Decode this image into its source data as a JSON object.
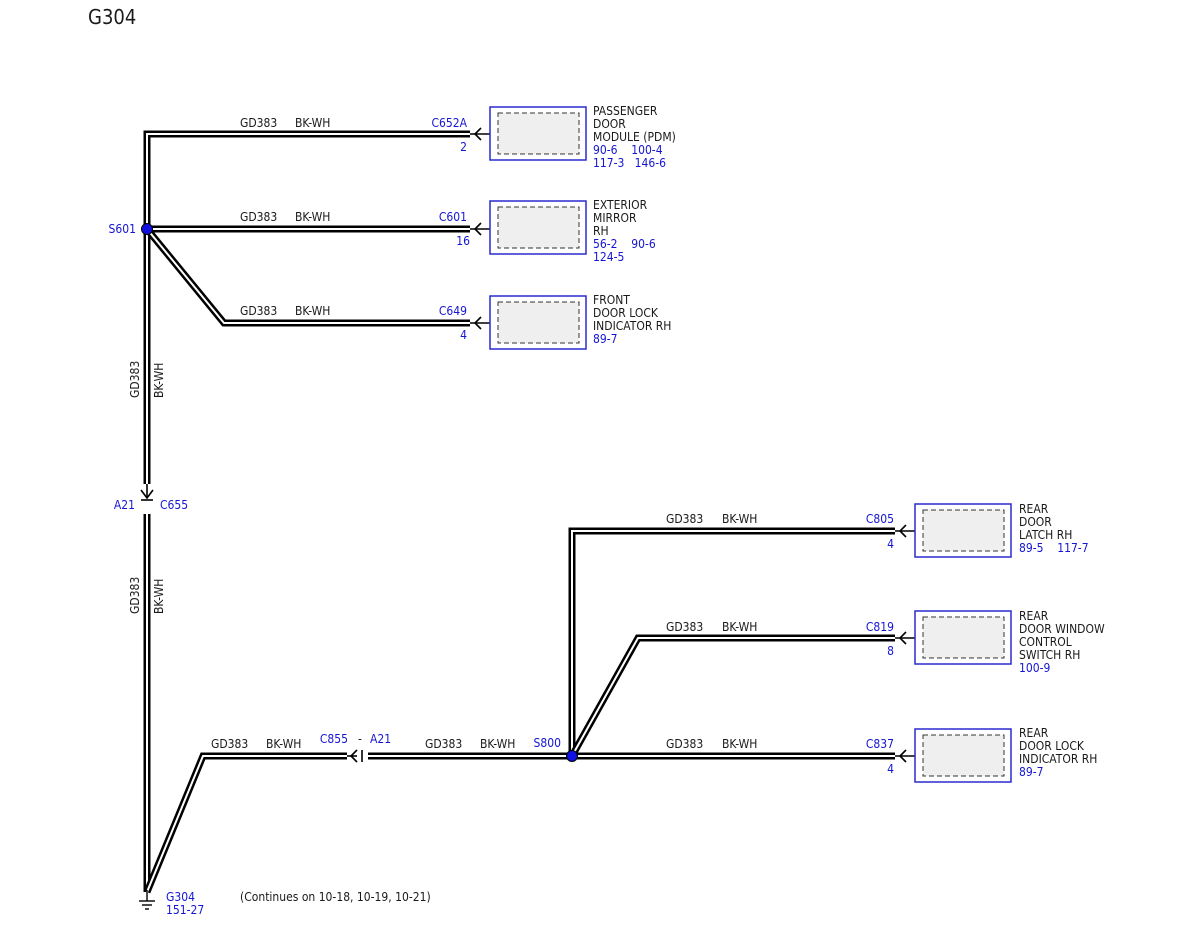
{
  "page_title": "G304",
  "wire": {
    "circuit": "GD383",
    "color": "BK-WH"
  },
  "splices": {
    "s601": "S601",
    "s800": "S800"
  },
  "inline_c655": {
    "pin": "A21",
    "connector": "C655"
  },
  "inline_c855": {
    "connector": "C855",
    "dash": "-",
    "pin": "A21"
  },
  "ground": {
    "name": "G304",
    "ref": "151-27"
  },
  "continues_note": "(Continues on 10-18, 10-19, 10-21)",
  "components": [
    {
      "id": "pdm",
      "connector": "C652A",
      "pin": "2",
      "name_lines": [
        "PASSENGER",
        "DOOR",
        "MODULE (PDM)"
      ],
      "ref_lines": [
        "90-6    100-4",
        "117-3   146-6"
      ]
    },
    {
      "id": "mirror",
      "connector": "C601",
      "pin": "16",
      "name_lines": [
        "EXTERIOR",
        "MIRROR",
        "RH"
      ],
      "ref_lines": [
        "56-2    90-6",
        "124-5"
      ]
    },
    {
      "id": "front-lock",
      "connector": "C649",
      "pin": "4",
      "name_lines": [
        "FRONT",
        "DOOR LOCK",
        "INDICATOR RH"
      ],
      "ref_lines": [
        "89-7"
      ]
    },
    {
      "id": "rear-latch",
      "connector": "C805",
      "pin": "4",
      "name_lines": [
        "REAR",
        "DOOR",
        "LATCH RH"
      ],
      "ref_lines": [
        "89-5    117-7"
      ]
    },
    {
      "id": "rear-window",
      "connector": "C819",
      "pin": "8",
      "name_lines": [
        "REAR",
        "DOOR WINDOW",
        "CONTROL",
        "SWITCH RH"
      ],
      "ref_lines": [
        "100-9"
      ]
    },
    {
      "id": "rear-lock",
      "connector": "C837",
      "pin": "4",
      "name_lines": [
        "REAR",
        "DOOR LOCK",
        "INDICATOR RH"
      ],
      "ref_lines": [
        "89-7"
      ]
    }
  ]
}
